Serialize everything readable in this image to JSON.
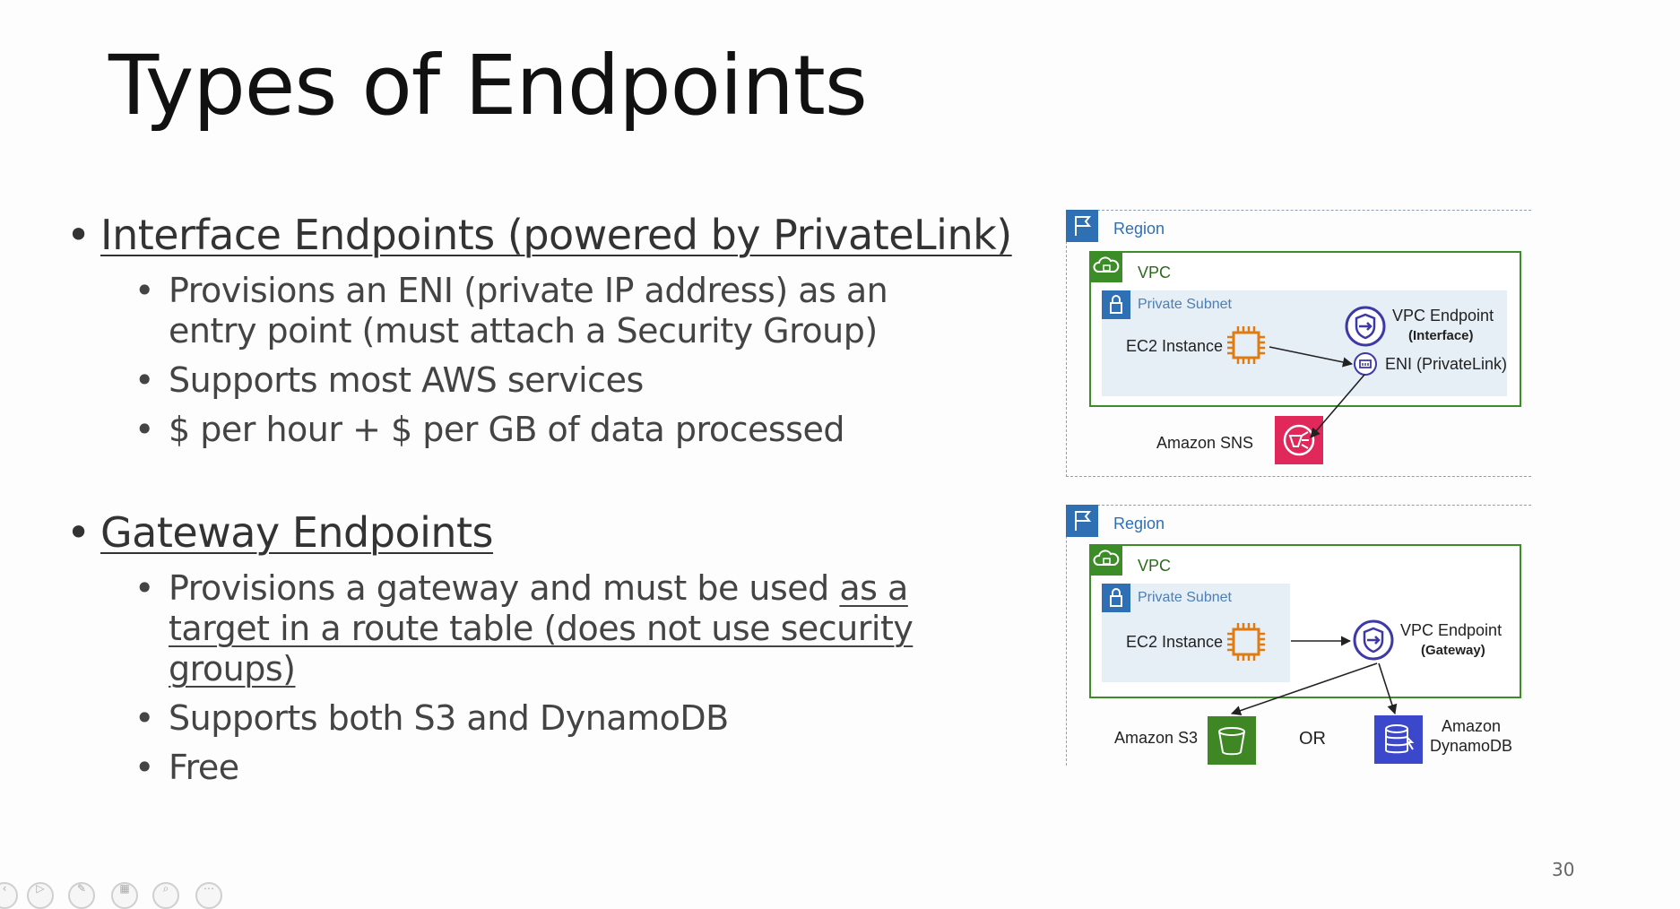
{
  "slide": {
    "title": "Types of Endpoints",
    "page_number": "30",
    "bullet_char": "•"
  },
  "sections": [
    {
      "heading": "Interface Endpoints (powered by PrivateLink)",
      "items": [
        "Provisions an ENI (private IP address) as an entry point (must attach a Security Group)",
        "Supports most AWS services",
        "$ per hour + $ per GB of data processed"
      ]
    },
    {
      "heading": "Gateway Endpoints",
      "item1_plain": "Provisions a gateway and must be used ",
      "item1_underlined": "as a target in a route table (does not use security groups)",
      "items": [
        "Supports both S3 and DynamoDB",
        "Free"
      ]
    }
  ],
  "diagram_interface": {
    "region_label": "Region",
    "vpc_label": "VPC",
    "subnet_label": "Private Subnet",
    "ec2_label": "EC2 Instance",
    "endpoint_label": "VPC Endpoint",
    "endpoint_type": "(Interface)",
    "eni_label": "ENI (PrivateLink)",
    "service_label": "Amazon SNS"
  },
  "diagram_gateway": {
    "region_label": "Region",
    "vpc_label": "VPC",
    "subnet_label": "Private Subnet",
    "ec2_label": "EC2 Instance",
    "endpoint_label": "VPC Endpoint",
    "endpoint_type": "(Gateway)",
    "s3_label": "Amazon S3",
    "or_label": "OR",
    "dynamo_label_1": "Amazon",
    "dynamo_label_2": "DynamoDB"
  },
  "colors": {
    "region": "#2f70b4",
    "vpc": "#3c8c28",
    "subnet_bg": "#e6eef6",
    "ec2": "#e07b12",
    "endpoint": "#3d3aa6",
    "sns": "#e0285a",
    "s3": "#3f8624",
    "dynamodb": "#3b48cc"
  },
  "icons": {
    "region": "flag-icon",
    "vpc": "cloud-lock-icon",
    "subnet": "lock-icon",
    "ec2": "chip-icon",
    "endpoint": "shield-endpoint-icon",
    "eni": "eni-icon",
    "sns": "sns-icon",
    "s3": "bucket-icon",
    "dynamodb": "database-icon"
  },
  "toolbar_icons": [
    "back-icon",
    "play-icon",
    "pen-icon",
    "slides-icon",
    "zoom-icon",
    "more-icon"
  ]
}
